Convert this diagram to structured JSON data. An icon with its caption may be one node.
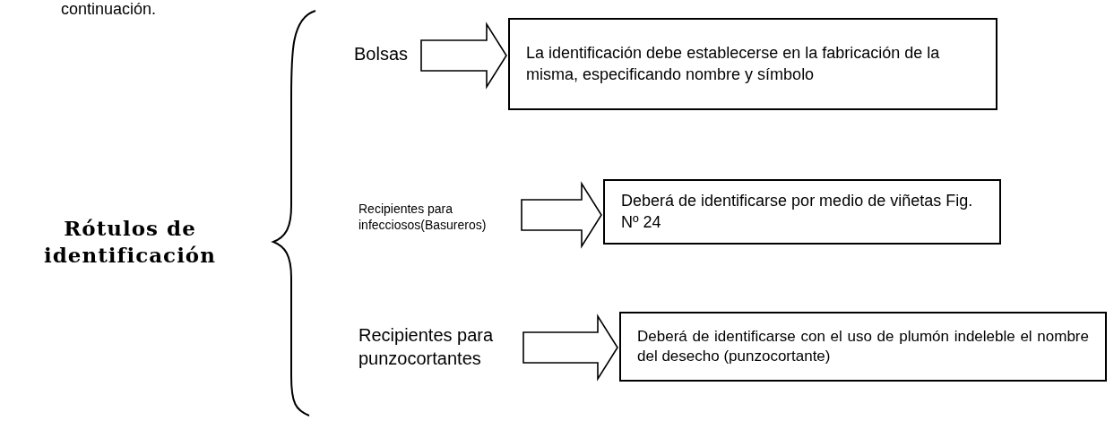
{
  "diagram": {
    "nodes": [
      {
        "text": [
          "Rótulos de identificación"
        ]
      },
      {
        "text": [
          "Bolsas"
        ]
      },
      {
        "text": [
          "La identificación debe establecerse en la fabricación de la misma, especificando nombre y símbolo"
        ]
      },
      {
        "text": [
          "Recipientes para infecciosos(Basureros)"
        ]
      },
      {
        "text": [
          "Deberá de identificarse por medio de viñetas Fig. Nº 24"
        ]
      },
      {
        "text": [
          "Recipientes para punzocortantes"
        ]
      },
      {
        "text": [
          "Deberá de identificarse con el uso de plumón indeleble el nombre del desecho (punzocortante)"
        ]
      }
    ],
    "edges": [
      {
        "from": 1,
        "to": 2,
        "arrow": "to"
      },
      {
        "from": 3,
        "to": 4,
        "arrow": "to"
      },
      {
        "from": 5,
        "to": 6,
        "arrow": "to"
      }
    ],
    "labels": [
      "continuación."
    ]
  }
}
